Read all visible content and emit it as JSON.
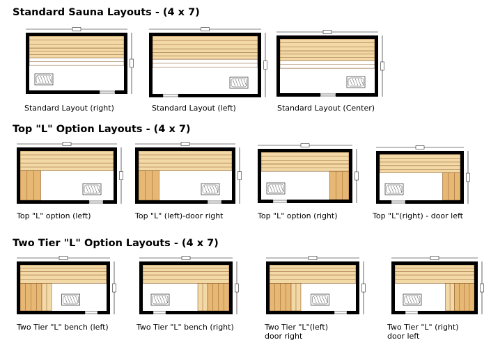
{
  "sections": [
    {
      "title": "Standard Sauna Layouts - (4 x 7)",
      "layouts": [
        {
          "caption": "Standard Layout (right)",
          "kind": "standard",
          "door": "right",
          "heater": "left"
        },
        {
          "caption": "Standard Layout (left)",
          "kind": "standard",
          "door": "left",
          "heater": "right"
        },
        {
          "caption": "Standard Layout (Center)",
          "kind": "standard",
          "door": "center",
          "heater": "right"
        }
      ]
    },
    {
      "title": "Top \"L\" Option Layouts - (4 x 7)",
      "layouts": [
        {
          "caption": "Top \"L\"  option (left)",
          "kind": "topL",
          "side": "left"
        },
        {
          "caption": "Top \"L\" (left)-door right",
          "kind": "topL",
          "side": "left"
        },
        {
          "caption": "Top \"L\" option (right)",
          "kind": "topL",
          "side": "right"
        },
        {
          "caption": "Top \"L\"(right) - door left",
          "kind": "topL",
          "side": "right"
        }
      ]
    },
    {
      "title": "Two Tier \"L\" Option Layouts - (4 x 7)",
      "layouts": [
        {
          "caption": "Two Tier \"L\" bench (left)",
          "kind": "twoTier",
          "side": "left"
        },
        {
          "caption": "Two Tier \"L\" bench (right)",
          "kind": "twoTier",
          "side": "right"
        },
        {
          "caption": "Two Tier \"L\"(left)",
          "caption_line2": "door right",
          "kind": "twoTier",
          "side": "left"
        },
        {
          "caption": "Two Tier \"L\" (right)",
          "caption_line2": "door left",
          "kind": "twoTier",
          "side": "right"
        }
      ]
    }
  ],
  "colors": {
    "wall": "#000000",
    "bench_light": "#F3D9A6",
    "bench_mid": "#E7B874",
    "bench_dark": "#C9833C",
    "slat_line": "#8B5A2B",
    "heater_stroke": "#444444"
  }
}
